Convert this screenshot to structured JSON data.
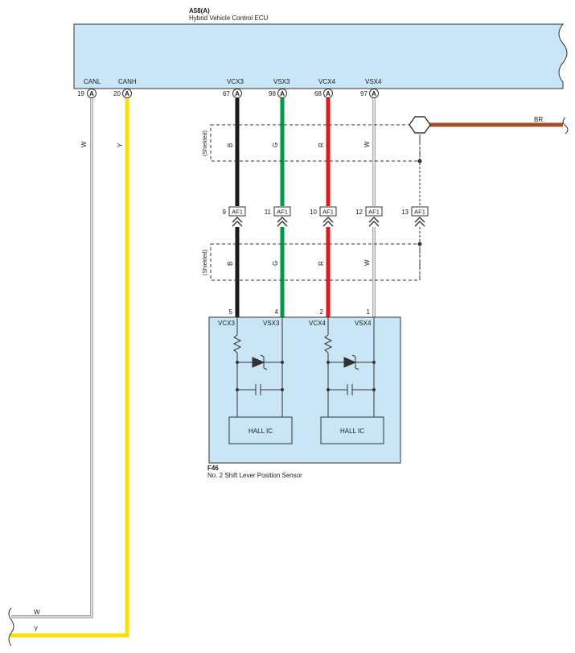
{
  "ecu": {
    "id": "A58(A)",
    "name": "Hybrid Vehicle Control ECU",
    "pins": [
      {
        "label": "CANL",
        "num": "19",
        "conn": "A"
      },
      {
        "label": "CANH",
        "num": "20",
        "conn": "A"
      },
      {
        "label": "VCX3",
        "num": "67",
        "conn": "A"
      },
      {
        "label": "VSX3",
        "num": "98",
        "conn": "A"
      },
      {
        "label": "VCX4",
        "num": "68",
        "conn": "A"
      },
      {
        "label": "VSX4",
        "num": "97",
        "conn": "A"
      }
    ]
  },
  "wires": {
    "canl": {
      "code": "W",
      "color": "#ffffff"
    },
    "canh": {
      "code": "Y",
      "color": "#ffe000"
    },
    "vcx3": {
      "code": "B",
      "color": "#1a1a1a"
    },
    "vsx3": {
      "code": "G",
      "color": "#009a44"
    },
    "vcx4": {
      "code": "R",
      "color": "#e8141c"
    },
    "vsx4": {
      "code": "W",
      "color": "#ffffff"
    },
    "ground": {
      "code": "BR",
      "color": "#a0522d"
    }
  },
  "shield_label": "(Shielded)",
  "junction": {
    "name": "AF1",
    "pins": [
      "9",
      "11",
      "10",
      "12",
      "13"
    ]
  },
  "sensor": {
    "id": "F46",
    "name": "No. 2 Shift Lever Position Sensor",
    "pins": [
      {
        "num": "5",
        "label": "VCX3"
      },
      {
        "num": "4",
        "label": "VSX3"
      },
      {
        "num": "2",
        "label": "VCX4"
      },
      {
        "num": "1",
        "label": "VSX4"
      }
    ],
    "ic_label": "HALL IC"
  },
  "colors": {
    "ecu_fill": "#c8e6f5",
    "sensor_fill": "#c8e6f5",
    "outline": "#333333"
  }
}
